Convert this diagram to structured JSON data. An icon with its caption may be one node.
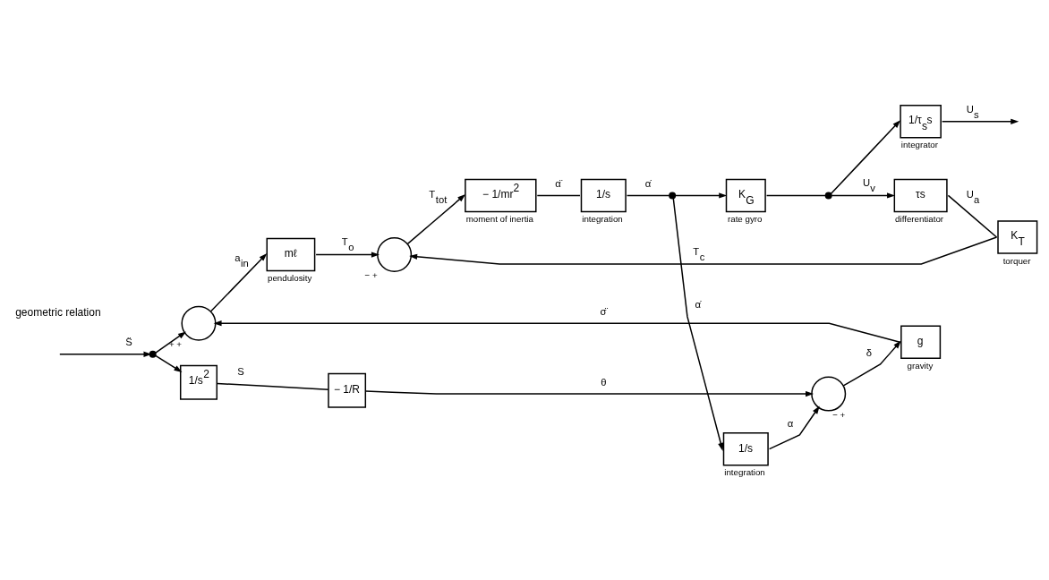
{
  "diagram": {
    "nodes": [
      {
        "text": [],
        "shape": "dot"
      },
      {
        "text": [],
        "shape": "circle",
        "beside": [
          "+",
          "+"
        ]
      },
      {
        "text": [
          "mℓ"
        ],
        "beside": [
          "pendulosity"
        ]
      },
      {
        "text": [],
        "shape": "circle",
        "beside": [
          "−",
          "+"
        ]
      },
      {
        "text": [
          "− 1/mr$^{2}$"
        ],
        "beside": [
          "moment of inertia"
        ]
      },
      {
        "text": [
          "1/s"
        ],
        "beside": [
          "integration"
        ]
      },
      {
        "text": [],
        "shape": "dot"
      },
      {
        "text": [
          "K$_{G}$"
        ],
        "beside": [
          "rate gyro"
        ]
      },
      {
        "text": [],
        "shape": "dot"
      },
      {
        "text": [
          "1/τ$_{s}$s"
        ],
        "beside": [
          "integrator"
        ]
      },
      {
        "text": [
          "τs"
        ],
        "beside": [
          "differentiator"
        ]
      },
      {
        "text": [
          "K$_{T}$"
        ],
        "beside": [
          "torquer"
        ]
      },
      {
        "text": [
          "g"
        ],
        "beside": [
          "gravity"
        ]
      },
      {
        "text": [
          "1/s$^{2}$"
        ]
      },
      {
        "text": [
          "− 1/R"
        ]
      },
      {
        "text": [],
        "shape": "circle",
        "beside": [
          "−",
          "+"
        ]
      },
      {
        "text": [
          "1/s"
        ],
        "beside": [
          "integration"
        ]
      }
    ],
    "edges": [
      {
        "from": null,
        "to": 0,
        "arrow": "to",
        "label": "S̈"
      },
      {
        "from": 0,
        "to": 1,
        "arrow": "to"
      },
      {
        "from": 1,
        "to": 2,
        "arrow": "to",
        "label": "a$_{in}$"
      },
      {
        "from": 2,
        "to": 3,
        "arrow": "to",
        "label": "T$_{o}$"
      },
      {
        "from": 3,
        "to": 4,
        "arrow": "to",
        "label": "T$_{tot}$"
      },
      {
        "from": 4,
        "to": 5,
        "arrow": "none",
        "label": "α̈"
      },
      {
        "from": 5,
        "to": 6,
        "arrow": "none",
        "label": "α̇"
      },
      {
        "from": 6,
        "to": 7,
        "arrow": "to"
      },
      {
        "from": 7,
        "to": 8,
        "arrow": "none"
      },
      {
        "from": 8,
        "to": 9,
        "arrow": "to"
      },
      {
        "from": 9,
        "to": null,
        "arrow": "to",
        "label": "U$_{s}$"
      },
      {
        "from": 8,
        "to": 10,
        "arrow": "to",
        "label": "U$_{v}$"
      },
      {
        "from": 10,
        "to": 11,
        "arrow": "none",
        "label": "U$_{a}$"
      },
      {
        "from": 11,
        "to": 3,
        "arrow": "to",
        "label": "T$_{c}$"
      },
      {
        "from": 6,
        "to": 16,
        "arrow": "to",
        "label": "α̇"
      },
      {
        "from": 16,
        "to": 15,
        "arrow": "to",
        "label": "α"
      },
      {
        "from": 0,
        "to": 13,
        "arrow": "to"
      },
      {
        "from": 13,
        "to": 14,
        "arrow": "none",
        "label": "S"
      },
      {
        "from": 14,
        "to": 15,
        "arrow": "to",
        "label": "θ"
      },
      {
        "from": 15,
        "to": 12,
        "arrow": "to",
        "label": "δ"
      },
      {
        "from": 12,
        "to": 1,
        "arrow": "to",
        "label": "σ̈"
      }
    ],
    "labels": [
      "geometric relation"
    ]
  }
}
